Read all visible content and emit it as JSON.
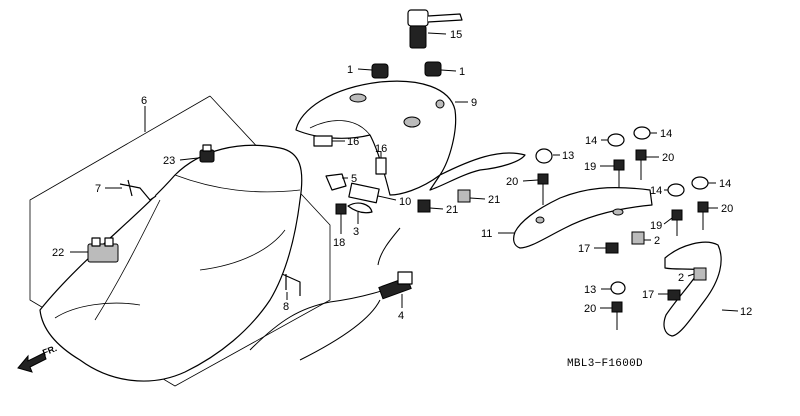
{
  "diagram": {
    "code": "MBL3−F1600D",
    "direction_label": "FR.",
    "labels": {
      "l1a": "1",
      "l1b": "1",
      "l2a": "2",
      "l2b": "2",
      "l3": "3",
      "l4": "4",
      "l5": "5",
      "l6": "6",
      "l7": "7",
      "l8": "8",
      "l9": "9",
      "l10": "10",
      "l11": "11",
      "l12": "12",
      "l13a": "13",
      "l13b": "13",
      "l14a": "14",
      "l14b": "14",
      "l14c": "14",
      "l14d": "14",
      "l15": "15",
      "l16a": "16",
      "l16b": "16",
      "l17a": "17",
      "l17b": "17",
      "l18": "18",
      "l19a": "19",
      "l19b": "19",
      "l20a": "20",
      "l20b": "20",
      "l20c": "20",
      "l20d": "20",
      "l21a": "21",
      "l21b": "21",
      "l22": "22",
      "l23": "23"
    }
  }
}
